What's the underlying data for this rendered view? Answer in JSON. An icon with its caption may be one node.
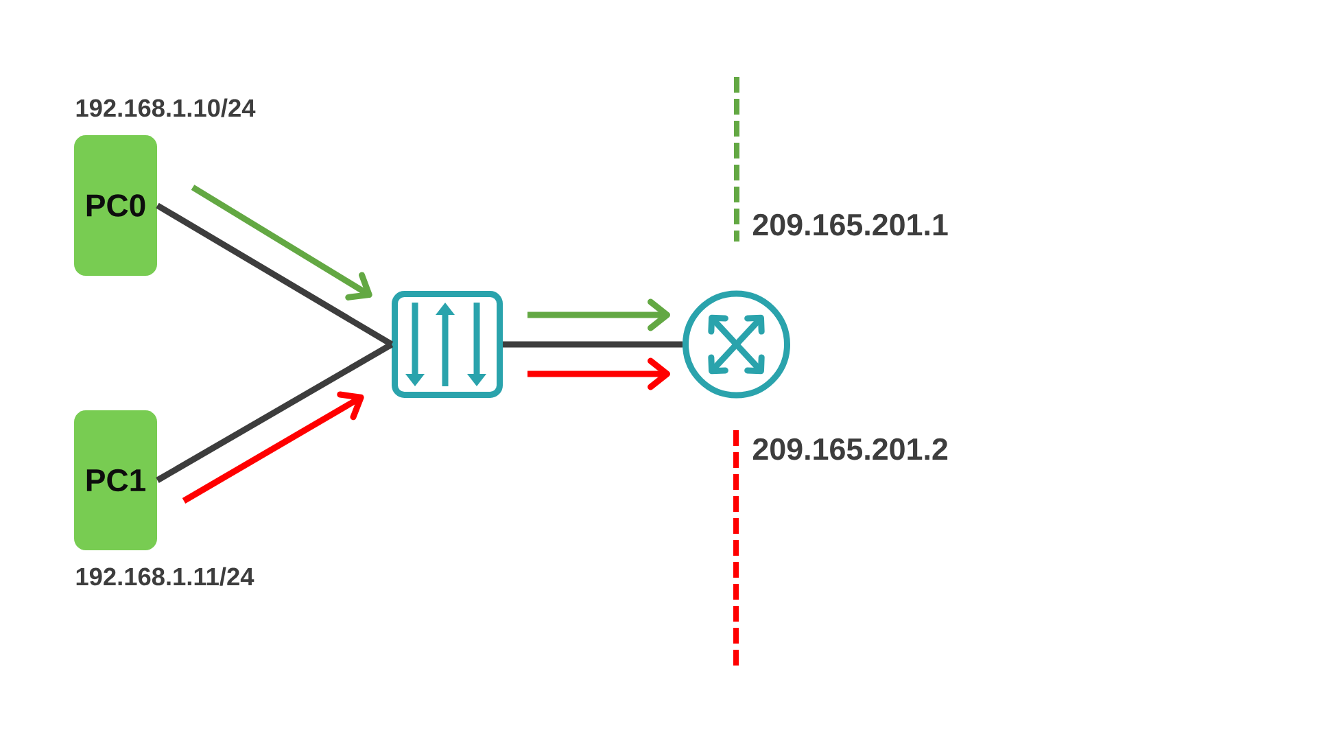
{
  "diagram": {
    "nodes": [
      {
        "text": [
          "PC0"
        ],
        "beside": [
          "192.168.1.10/24"
        ]
      },
      {
        "text": [
          "PC1"
        ],
        "beside": [
          "192.168.1.11/24"
        ]
      },
      {
        "text": [],
        "shape": "box"
      },
      {
        "text": [],
        "shape": "circle"
      }
    ],
    "edges": [
      {
        "from": 0,
        "to": 2,
        "arrow": "none"
      },
      {
        "from": 1,
        "to": 2,
        "arrow": "none"
      },
      {
        "from": 2,
        "to": 3,
        "arrow": "none"
      }
    ],
    "labels": [
      "209.165.201.1",
      "209.165.201.2"
    ]
  }
}
